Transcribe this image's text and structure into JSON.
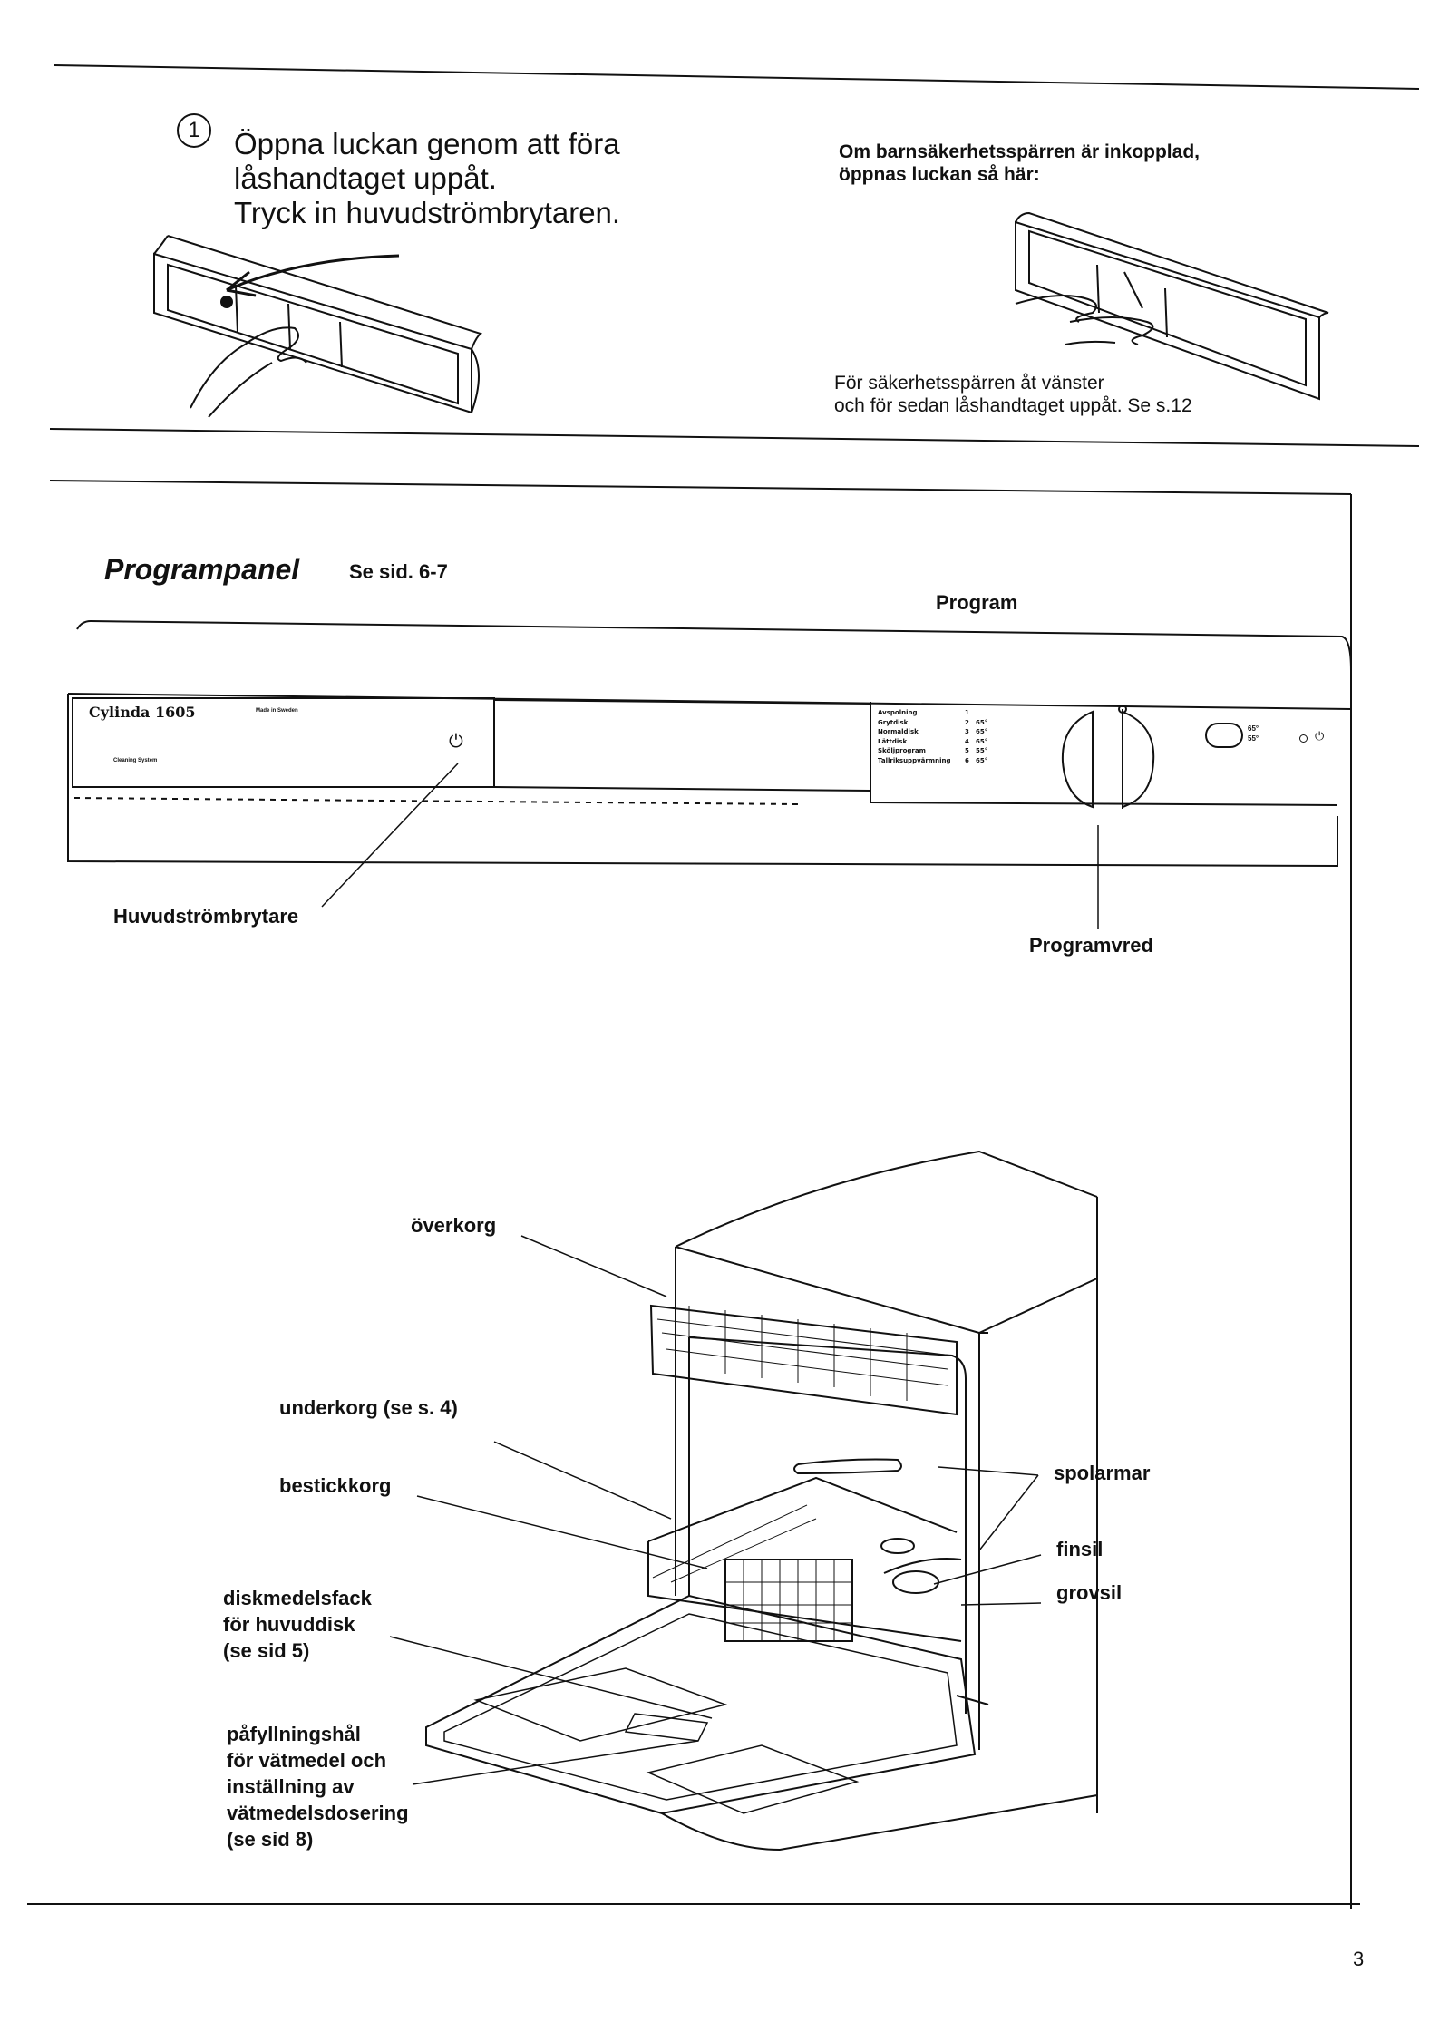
{
  "step1": {
    "number": "1",
    "heading": [
      "Öppna luckan genom att föra",
      "låshandtaget uppåt.",
      "Tryck in huvudströmbrytaren."
    ]
  },
  "childlock": {
    "intro": [
      "Om barnsäkerhetsspärren är inkopplad,",
      "öppnas luckan så här:"
    ],
    "instruction": [
      "För säkerhetsspärren åt vänster",
      "och för sedan låshandtaget uppåt. Se s.12"
    ]
  },
  "programpanel": {
    "title": "Programpanel",
    "ref": "Se sid. 6-7",
    "program_label": "Program",
    "brand": "Cylinda 1605",
    "made_in": "Made in Sweden",
    "cleaning_system": "Cleaning System",
    "power_symbol": "⏻",
    "programs": [
      {
        "name": "Avspolning",
        "num": "1",
        "temp": ""
      },
      {
        "name": "Grytdisk",
        "num": "2",
        "temp": "65°"
      },
      {
        "name": "Normaldisk",
        "num": "3",
        "temp": "65°"
      },
      {
        "name": "Lättdisk",
        "num": "4",
        "temp": "65°"
      },
      {
        "name": "Sköljprogram",
        "num": "5",
        "temp": "55°"
      },
      {
        "name": "Tallriksuppvärmning",
        "num": "6",
        "temp": "65°"
      }
    ],
    "temp_switch": [
      "65°",
      "55°"
    ],
    "callout_power": "Huvudströmbrytare",
    "callout_knob": "Programvred"
  },
  "dishwasher_labels": {
    "overkorg": "överkorg",
    "underkorg": "underkorg (se s. 4)",
    "bestickkorg": "bestickkorg",
    "diskmedelsfack": [
      "diskmedelsfack",
      "för huvuddisk",
      "(se sid 5)"
    ],
    "pafyllningshal": [
      "påfyllningshål",
      "för vätmedel och",
      "inställning av",
      "vätmedelsdosering",
      "(se sid 8)"
    ],
    "spolarmar": "spolarmar",
    "finsil": "finsil",
    "grovsil": "grovsil"
  },
  "page_number": "3"
}
